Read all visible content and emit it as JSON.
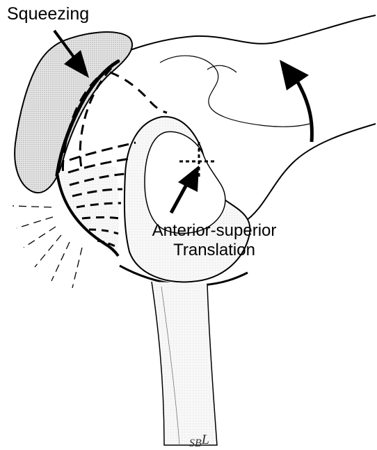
{
  "labels": {
    "squeezing": "Squeezing",
    "translation_line1": "Anterior-superior",
    "translation_line2": "Translation"
  },
  "signature": {
    "initials": "SB",
    "last": "L"
  },
  "colors": {
    "stroke": "#000000",
    "acromion_fill": "#d6d6d6",
    "hatch_fill": "#9a9a9a"
  },
  "icons": [
    "arrow-icon",
    "curved-arrow-icon",
    "crosshair-icon"
  ]
}
